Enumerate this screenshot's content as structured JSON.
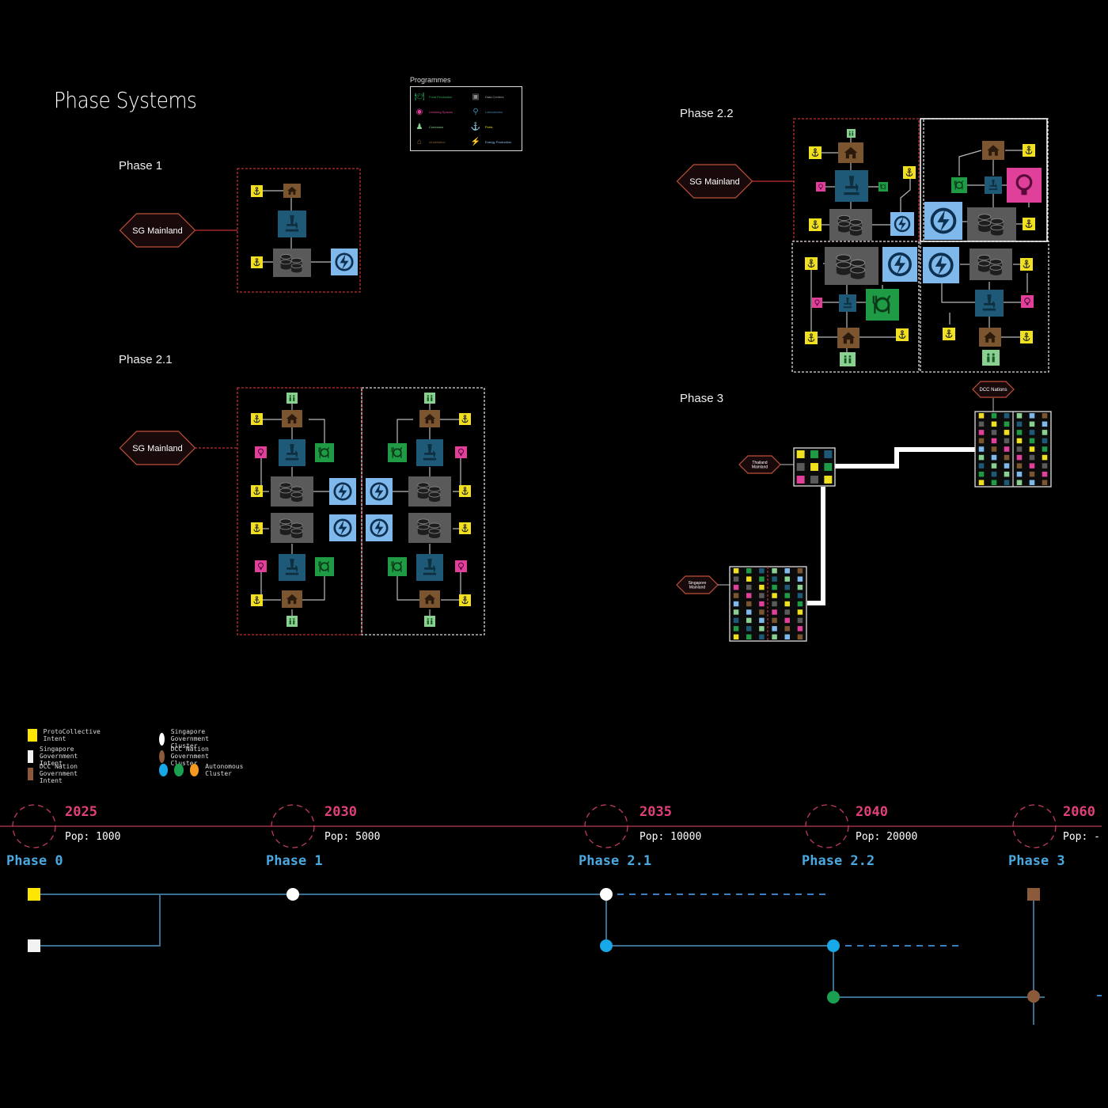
{
  "title": "Phase Systems",
  "legend": {
    "header": "Programmes",
    "items": [
      {
        "label": "Food Production",
        "color": "#2fae5a",
        "icon": "food-icon"
      },
      {
        "label": "Data Centres",
        "color": "#8a8a8a",
        "icon": "data-centre-icon"
      },
      {
        "label": "Learning Spaces",
        "color": "#e0409a",
        "icon": "learning-icon"
      },
      {
        "label": "Laboratories",
        "color": "#2a6a8a",
        "icon": "lab-icon"
      },
      {
        "label": "Commons",
        "color": "#8ad090",
        "icon": "commons-icon"
      },
      {
        "label": "Ports",
        "color": "#f0e020",
        "icon": "port-icon"
      },
      {
        "label": "Inhabitation",
        "color": "#8a6030",
        "icon": "house-icon"
      },
      {
        "label": "Energy Production",
        "color": "#8ac0f0",
        "icon": "energy-icon"
      }
    ]
  },
  "phases": {
    "p1": {
      "label": "Phase 1",
      "mainland": "SG Mainland"
    },
    "p21": {
      "label": "Phase 2.1",
      "mainland": "SG Mainland"
    },
    "p22": {
      "label": "Phase 2.2",
      "mainland": "SG Mainland"
    },
    "p3": {
      "label": "Phase 3",
      "thailand": "Thailand\nMainland",
      "thailand1": "Thailand",
      "thailand2": "Mainland",
      "singapore1": "Singapore",
      "singapore2": "Mainland",
      "dcc": "DCC Nations"
    }
  },
  "key": {
    "items": [
      {
        "label": "ProtoCollective Intent",
        "shape": "square",
        "color": "#ffe600"
      },
      {
        "label": "Singapore Government Intent",
        "shape": "square",
        "color": "#f2f2f2"
      },
      {
        "label": "DCC Nation Government Intent",
        "shape": "square",
        "color": "#8a5a3a"
      },
      {
        "label": "Singapore Government Cluster",
        "shape": "dot",
        "color": "#ffffff"
      },
      {
        "label": "DCC Nation Government Cluster",
        "shape": "dot",
        "color": "#8a5a3a"
      },
      {
        "label": "Autonomous Cluster",
        "shape": "dots",
        "colors": [
          "#17a8e8",
          "#1aa050",
          "#f59a20"
        ]
      }
    ]
  },
  "timeline": [
    {
      "year": "2025",
      "pop": "Pop: 1000",
      "phase": "Phase 0"
    },
    {
      "year": "2030",
      "pop": "Pop: 5000",
      "phase": "Phase 1"
    },
    {
      "year": "2035",
      "pop": "Pop: 10000",
      "phase": "Phase 2.1"
    },
    {
      "year": "2040",
      "pop": "Pop: 20000",
      "phase": "Phase 2.2"
    },
    {
      "year": "2060",
      "pop": "Pop: -",
      "phase": "Phase 3"
    }
  ],
  "colors": {
    "accent": "#e0407a",
    "phase": "#4aa8e0",
    "line": "#3a6f8f",
    "frame_red": "#c03030"
  }
}
